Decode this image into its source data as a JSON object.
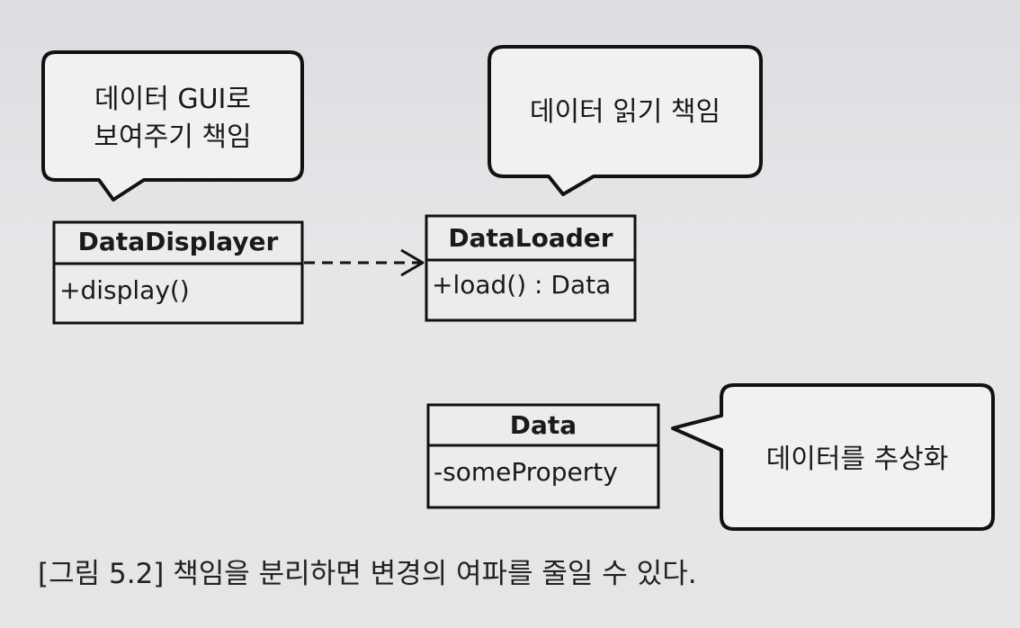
{
  "callouts": {
    "display": {
      "line1": "데이터 GUI로",
      "line2": "보여주기 책임"
    },
    "load": {
      "text": "데이터 읽기 책임"
    },
    "data": {
      "text": "데이터를 추상화"
    }
  },
  "classes": {
    "displayer": {
      "name": "DataDisplayer",
      "member": "+display()"
    },
    "loader": {
      "name": "DataLoader",
      "member": "+load() : Data"
    },
    "data": {
      "name": "Data",
      "member": "-someProperty"
    }
  },
  "caption": "[그림 5.2] 책임을 분리하면 변경의 여파를 줄일 수 있다."
}
